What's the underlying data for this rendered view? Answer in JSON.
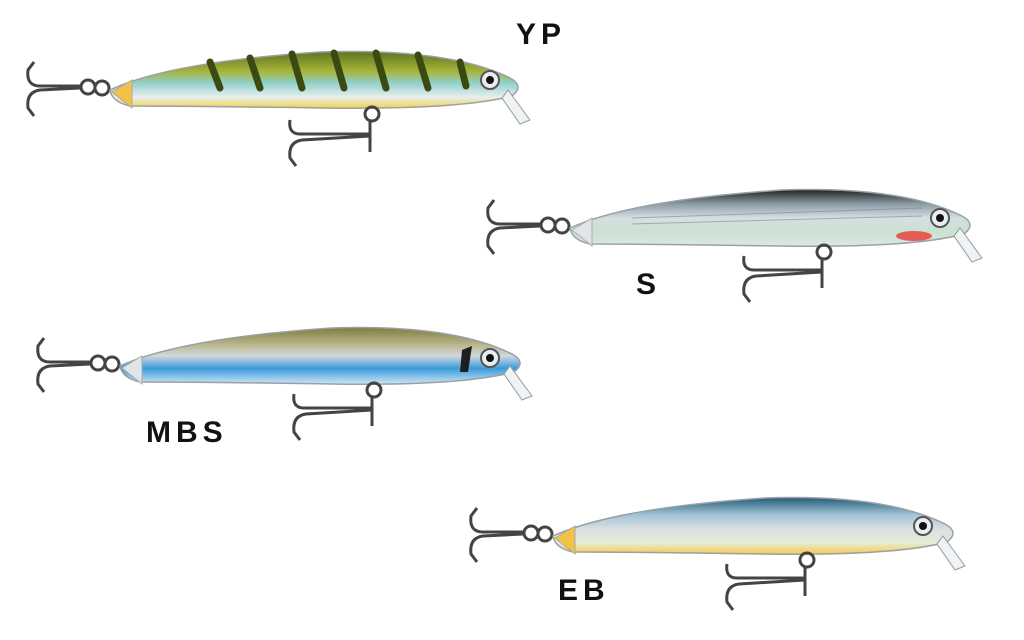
{
  "lures": [
    {
      "code": "YP",
      "icon": "yellow-perch-minnow-lure-icon",
      "colors": {
        "back": "#6f8a2a",
        "belly": "#f2d24a",
        "flank": "#8fd0c8",
        "stripe": "#3a4a12",
        "chin": "#f6b83c"
      }
    },
    {
      "code": "S",
      "icon": "silver-minnow-lure-icon",
      "colors": {
        "back": "#2a2a2a",
        "belly": "#dce6ec",
        "flank": "#c9d4da",
        "stripe": "#8a9aa4",
        "chin": "#e8453c"
      }
    },
    {
      "code": "MBS",
      "icon": "metallic-blue-shad-lure-icon",
      "colors": {
        "back": "#8c8a4a",
        "belly": "#7fc4ee",
        "flank": "#d2d8dc",
        "stripe": "#3b9bdc",
        "chin": "#c9c48a"
      }
    },
    {
      "code": "EB",
      "icon": "emerald-blue-minnow-lure-icon",
      "colors": {
        "back": "#2f6d8c",
        "belly": "#f6c84a",
        "flank": "#d8dfe2",
        "stripe": "#9fc4d4",
        "chin": "#f2c247"
      }
    }
  ]
}
